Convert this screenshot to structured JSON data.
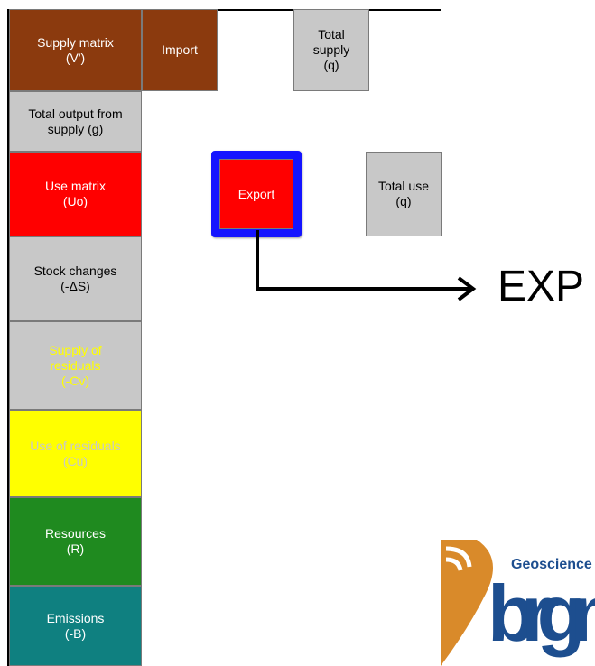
{
  "left_column": [
    {
      "id": "supply-matrix",
      "text": "Supply matrix\n(V')",
      "bg": "#8B3A0E",
      "fg": "#ffffff"
    },
    {
      "id": "total-output",
      "text": "Total output from\nsupply (g)",
      "bg": "#c8c8c8",
      "fg": "#000000"
    },
    {
      "id": "use-matrix",
      "text": "Use matrix\n(Uo)",
      "bg": "#ff0000",
      "fg": "#ffffff"
    },
    {
      "id": "stock-changes",
      "text": "Stock changes\n(-ΔS)",
      "bg": "#c8c8c8",
      "fg": "#000000"
    },
    {
      "id": "supply-residuals",
      "text": "Supply of\nresiduals\n(-Cv)",
      "bg": "#c8c8c8",
      "fg": "#ffff00"
    },
    {
      "id": "use-residuals",
      "text": "Use of residuals\n(Cu)",
      "bg": "#ffff00",
      "fg": "#c8c8c8"
    },
    {
      "id": "resources",
      "text": "Resources\n(R)",
      "bg": "#1f8a1f",
      "fg": "#ffffff"
    },
    {
      "id": "emissions",
      "text": "Emissions\n(-B)",
      "bg": "#0f8080",
      "fg": "#ffffff"
    }
  ],
  "import_box": {
    "text": "Import",
    "bg": "#8B3A0E",
    "fg": "#ffffff"
  },
  "total_supply": {
    "text": "Total\nsupply\n(q)",
    "bg": "#c8c8c8",
    "fg": "#000000"
  },
  "export_box": {
    "text": "Export",
    "bg": "#ff0000",
    "fg": "#ffffff",
    "border": "#1414ff"
  },
  "total_use": {
    "text": "Total use\n(q)",
    "bg": "#c8c8c8",
    "fg": "#000000"
  },
  "exp_label": "EXP",
  "logo": {
    "top_text": "Geoscience",
    "main_text": "brgm",
    "color": "#1d4e8f",
    "mark_color": "#d98a2a"
  }
}
